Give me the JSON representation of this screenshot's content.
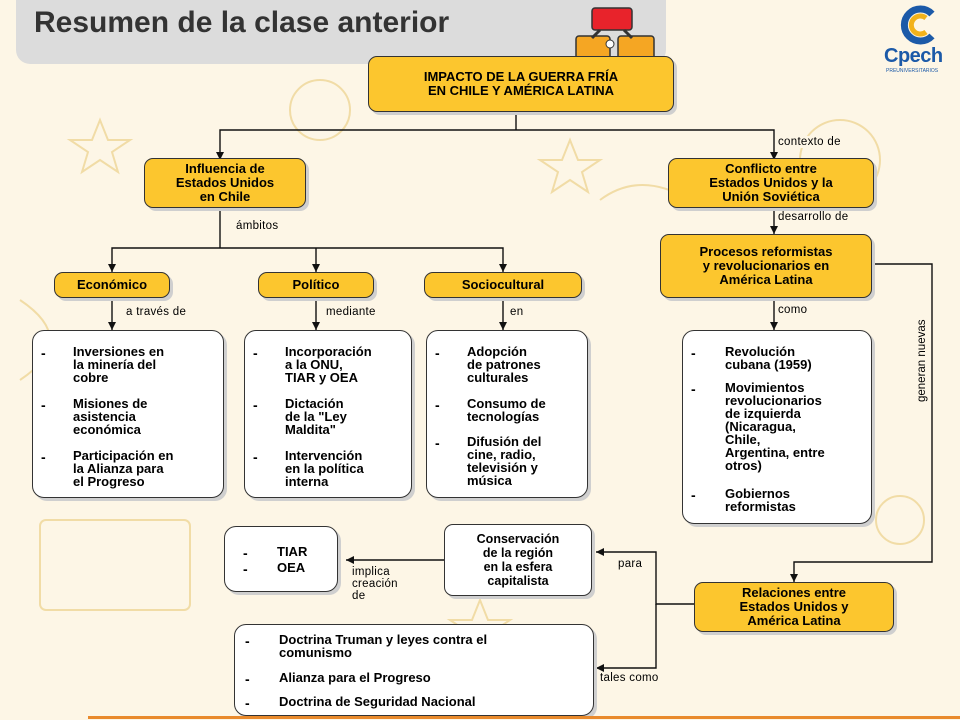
{
  "slide": {
    "title": "Resumen de la clase anterior",
    "logo_text": "Cpech",
    "logo_tagline": "PREUNIVERSITARIOS",
    "colors": {
      "accent": "#fcc62e",
      "title_banner": "#dcdcdc",
      "logo_blue": "#1c5aa8",
      "rule": "#e98a2c"
    }
  },
  "map": {
    "root": "IMPACTO DE LA GUERRA FRÍA\nEN CHILE Y AMÉRICA LATINA",
    "influence": "Influencia de\nEstados Unidos\nen Chile",
    "conflict": "Conflicto entre\nEstados Unidos y la\nUnión Soviética",
    "processes": "Procesos reformistas\ny revolucionarios en\nAmérica Latina",
    "economic": "Económico",
    "political": "Político",
    "sociocultural": "Sociocultural",
    "conservation": "Conservación\nde la región\nen la esfera\ncapitalista",
    "relations": "Relaciones entre\nEstados Unidos y\nAmérica Latina",
    "economic_items": [
      "Inversiones en\nla minería del\ncobre",
      "Misiones de\nasistencia\neconómica",
      "Participación en\nla Alianza para\nel Progreso"
    ],
    "political_items": [
      "Incorporación\na la ONU,\nTIAR y OEA",
      "Dictación\nde la \"Ley\nMaldita\"",
      "Intervención\nen la política\ninterna"
    ],
    "sociocultural_items": [
      "Adopción\nde patrones\nculturales",
      "Consumo de\ntecnologías",
      "Difusión del\ncine, radio,\ntelevisión y\nmúsica"
    ],
    "processes_items": [
      "Revolución\ncubana (1959)",
      "Movimientos\nrevolucionarios\nde izquierda\n(Nicaragua,\nChile,\nArgentina, entre\notros)",
      "Gobiernos\nreformistas"
    ],
    "tiar_items": [
      "TIAR",
      "OEA"
    ],
    "doctrine_items": [
      "Doctrina Truman y leyes contra el\ncomunismo",
      "Alianza para el Progreso",
      "Doctrina de Seguridad Nacional"
    ],
    "dash": "-",
    "labels": {
      "contexto": "contexto de",
      "ambitos": "ámbitos",
      "desarrollo": "desarrollo de",
      "a_traves": "a través de",
      "mediante": "mediante",
      "en": "en",
      "como": "como",
      "generan": "generan nuevas",
      "para": "para",
      "implica": "implica\ncreación\nde",
      "tales": "tales como"
    }
  }
}
